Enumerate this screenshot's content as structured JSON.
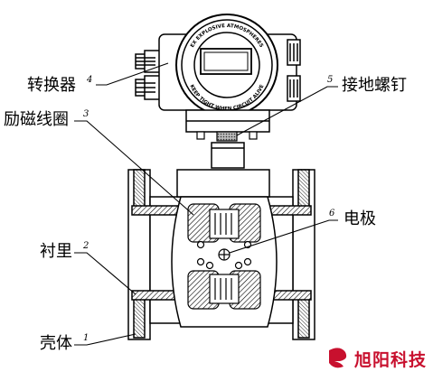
{
  "callouts": [
    {
      "id": "converter",
      "label": "转换器",
      "number": "4"
    },
    {
      "id": "ground-screw",
      "label": "接地螺钉",
      "number": "5"
    },
    {
      "id": "excitation-coil",
      "label": "励磁线圈",
      "number": "3"
    },
    {
      "id": "electrode",
      "label": "电极",
      "number": "6"
    },
    {
      "id": "liner",
      "label": "衬里",
      "number": "2"
    },
    {
      "id": "shell",
      "label": "壳体",
      "number": "1"
    }
  ],
  "converter_head": {
    "ring_text_top": "EX EXPLOSIVE ATMOSPHERES",
    "ring_text_bottom": "KEEP TIGHT WHEN CIRCUIT ALIVE"
  },
  "brand": {
    "name": "旭阳科技",
    "color": "#c8102e"
  }
}
